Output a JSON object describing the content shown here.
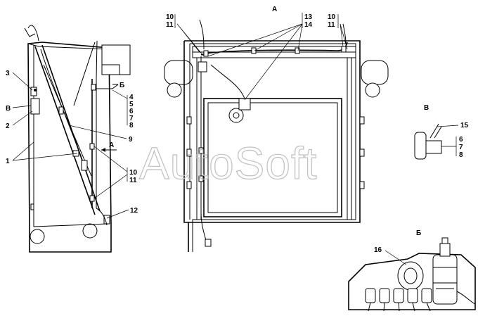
{
  "watermark": "AutoSoft",
  "views": {
    "a": "А",
    "b": "Б",
    "v": "В"
  },
  "left_view": {
    "labels": {
      "n3": "3",
      "v": "В",
      "n2": "2",
      "n1": "1",
      "n9": "9",
      "n12": "12",
      "n4": "4",
      "n5": "5",
      "n6": "6",
      "n7": "7",
      "n8": "8",
      "n10": "10",
      "n11": "11",
      "arrow_a": "А",
      "arrow_b": "Б"
    }
  },
  "view_a": {
    "labels": {
      "n10_left": "10",
      "n11_left": "11",
      "n13": "13",
      "n14": "14",
      "n10_right": "10",
      "n11_right": "11"
    }
  },
  "view_v": {
    "labels": {
      "n15": "15",
      "n6": "6",
      "n7": "7",
      "n8": "8"
    }
  },
  "view_b": {
    "labels": {
      "n16": "16"
    }
  }
}
